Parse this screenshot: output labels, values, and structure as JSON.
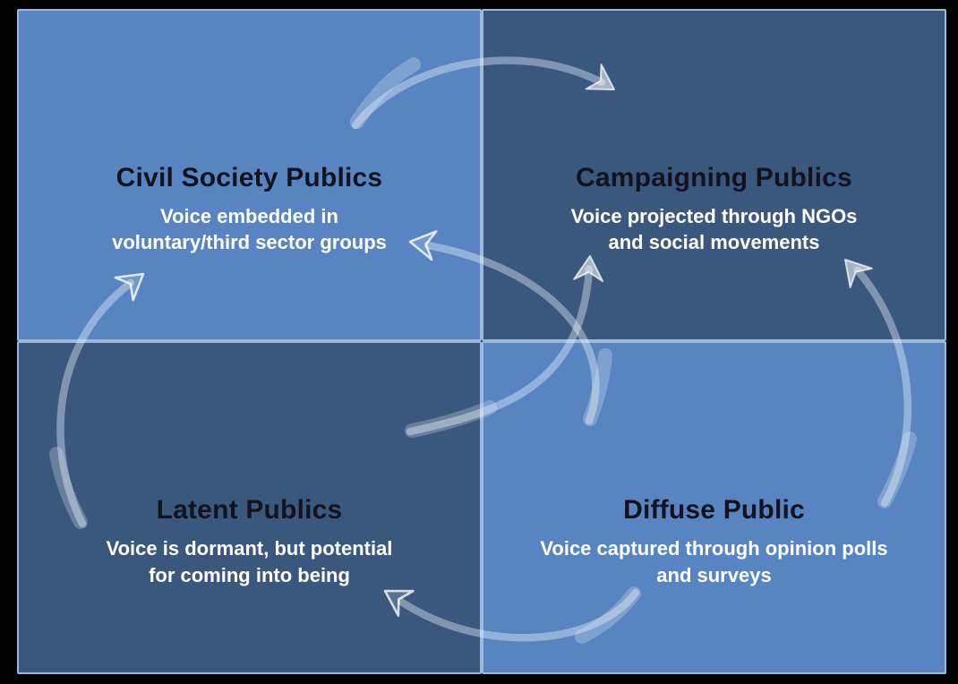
{
  "diagram": {
    "name": "publics-typology-quadrant-diagram",
    "quadrants": [
      {
        "id": "civil-society-publics",
        "position": "top-left",
        "shade": "light",
        "title": "Civil Society Publics",
        "subtitle_lines": [
          "Voice embedded in",
          "voluntary/third sector groups"
        ]
      },
      {
        "id": "campaigning-publics",
        "position": "top-right",
        "shade": "dark",
        "title": "Campaigning Publics",
        "subtitle_lines": [
          "Voice projected through NGOs",
          "and social movements"
        ]
      },
      {
        "id": "latent-publics",
        "position": "bottom-left",
        "shade": "dark",
        "title": "Latent Publics",
        "subtitle_lines": [
          "Voice is dormant, but potential",
          "for coming into being"
        ]
      },
      {
        "id": "diffuse-public",
        "position": "bottom-right",
        "shade": "light",
        "title": "Diffuse Public",
        "subtitle_lines": [
          "Voice captured through opinion polls",
          "and surveys"
        ]
      }
    ],
    "arrows": [
      {
        "name": "arrow-civil-to-campaigning",
        "from": "civil-society-publics",
        "to": "campaigning-publics",
        "head_style": "filled"
      },
      {
        "name": "arrow-diffuse-to-campaigning",
        "from": "diffuse-public",
        "to": "campaigning-publics",
        "head_style": "filled"
      },
      {
        "name": "arrow-diffuse-to-latent",
        "from": "diffuse-public",
        "to": "latent-publics",
        "head_style": "outline"
      },
      {
        "name": "arrow-latent-to-civil",
        "from": "latent-publics",
        "to": "civil-society-publics",
        "head_style": "outline"
      },
      {
        "name": "arrow-diffuse-to-civil",
        "from": "diffuse-public",
        "to": "civil-society-publics",
        "head_style": "outline"
      },
      {
        "name": "arrow-latent-to-campaigning",
        "from": "latent-publics",
        "to": "campaigning-publics",
        "head_style": "filled"
      }
    ]
  },
  "colors": {
    "background": "#000000",
    "quadrant_light": "#5885c1",
    "quadrant_dark": "#3a587d",
    "divider": "#9db8da",
    "title_color": "#13131d",
    "subtitle_color": "#ffffff"
  }
}
